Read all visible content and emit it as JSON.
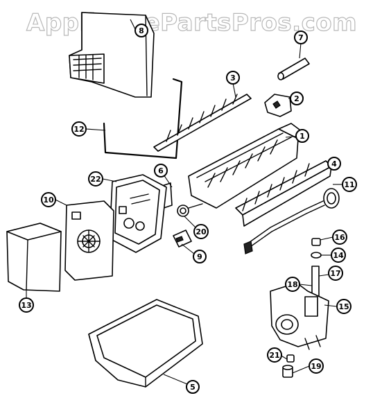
{
  "watermark": "AppliancePartsPros.com",
  "callouts": [
    {
      "n": "1"
    },
    {
      "n": "2"
    },
    {
      "n": "3"
    },
    {
      "n": "4"
    },
    {
      "n": "5"
    },
    {
      "n": "6"
    },
    {
      "n": "6"
    },
    {
      "n": "7"
    },
    {
      "n": "9"
    },
    {
      "n": "10"
    },
    {
      "n": "11"
    },
    {
      "n": "12"
    },
    {
      "n": "13"
    },
    {
      "n": "14"
    },
    {
      "n": "15"
    },
    {
      "n": "16"
    },
    {
      "n": "17"
    },
    {
      "n": "18"
    },
    {
      "n": "19"
    },
    {
      "n": "20"
    },
    {
      "n": "21"
    },
    {
      "n": "22"
    }
  ]
}
